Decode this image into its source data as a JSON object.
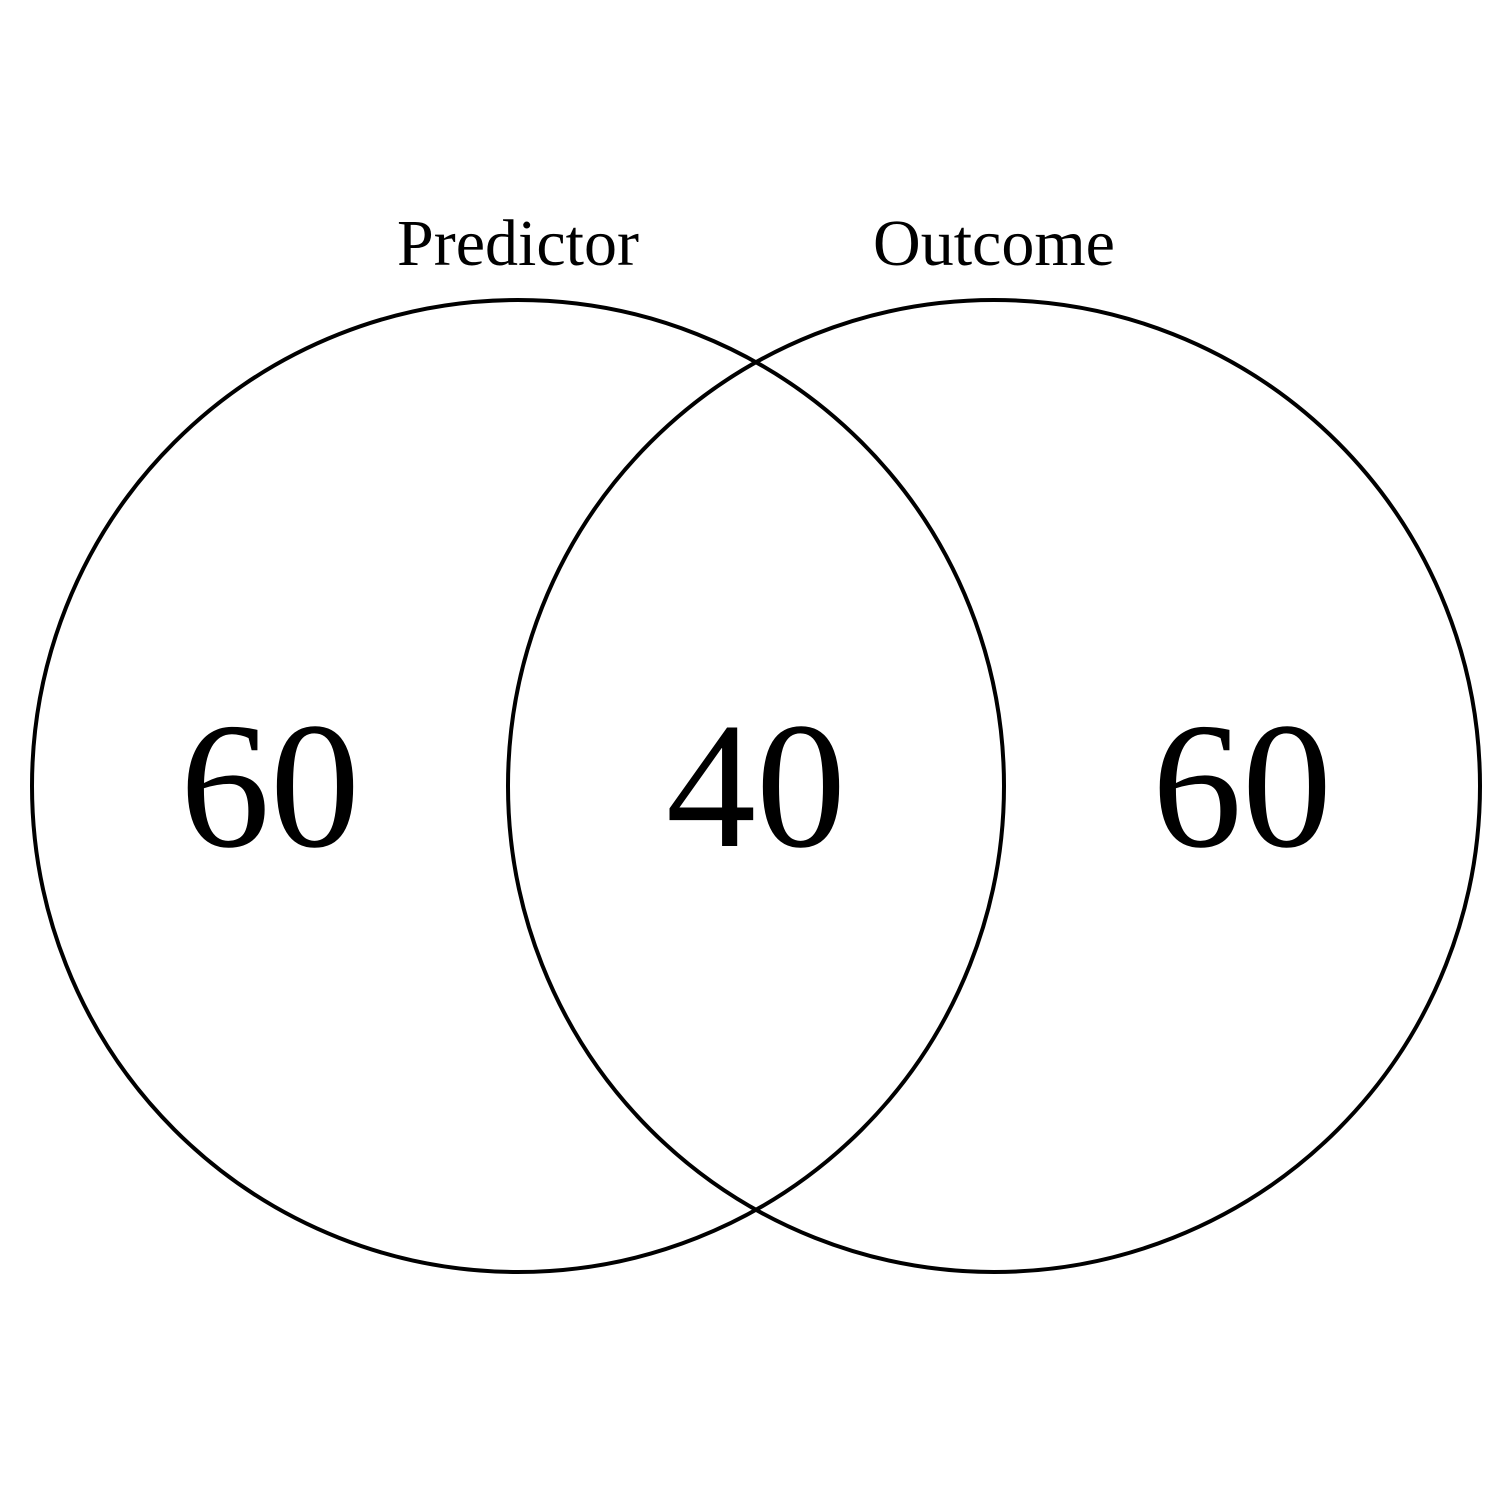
{
  "diagram": {
    "type": "venn",
    "sets": [
      {
        "label": "Predictor",
        "only_value": "60"
      },
      {
        "label": "Outcome",
        "only_value": "60"
      }
    ],
    "intersection_value": "40",
    "colors": {
      "stroke": "#000000",
      "fill": "#ffffff",
      "text": "#000000"
    }
  }
}
